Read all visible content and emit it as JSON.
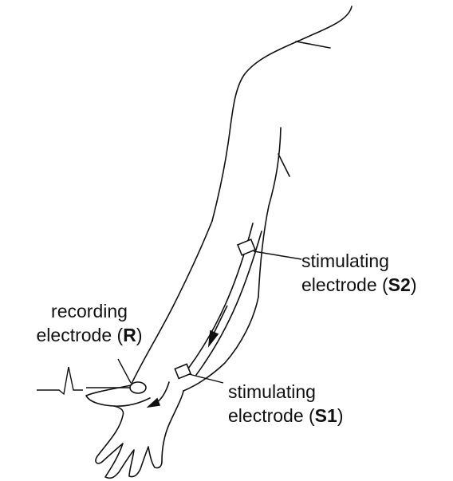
{
  "labels": {
    "s2": {
      "line1": "stimulating",
      "line2_prefix": "electrode (",
      "code": "S2",
      "line2_suffix": ")"
    },
    "r": {
      "line1": "recording",
      "line2_prefix": "electrode (",
      "code": "R",
      "line2_suffix": ")"
    },
    "s1": {
      "line1": "stimulating",
      "line2_prefix": "electrode (",
      "code": "S1",
      "line2_suffix": ")"
    }
  },
  "colors": {
    "ink": "#111111",
    "background": "#ffffff"
  }
}
